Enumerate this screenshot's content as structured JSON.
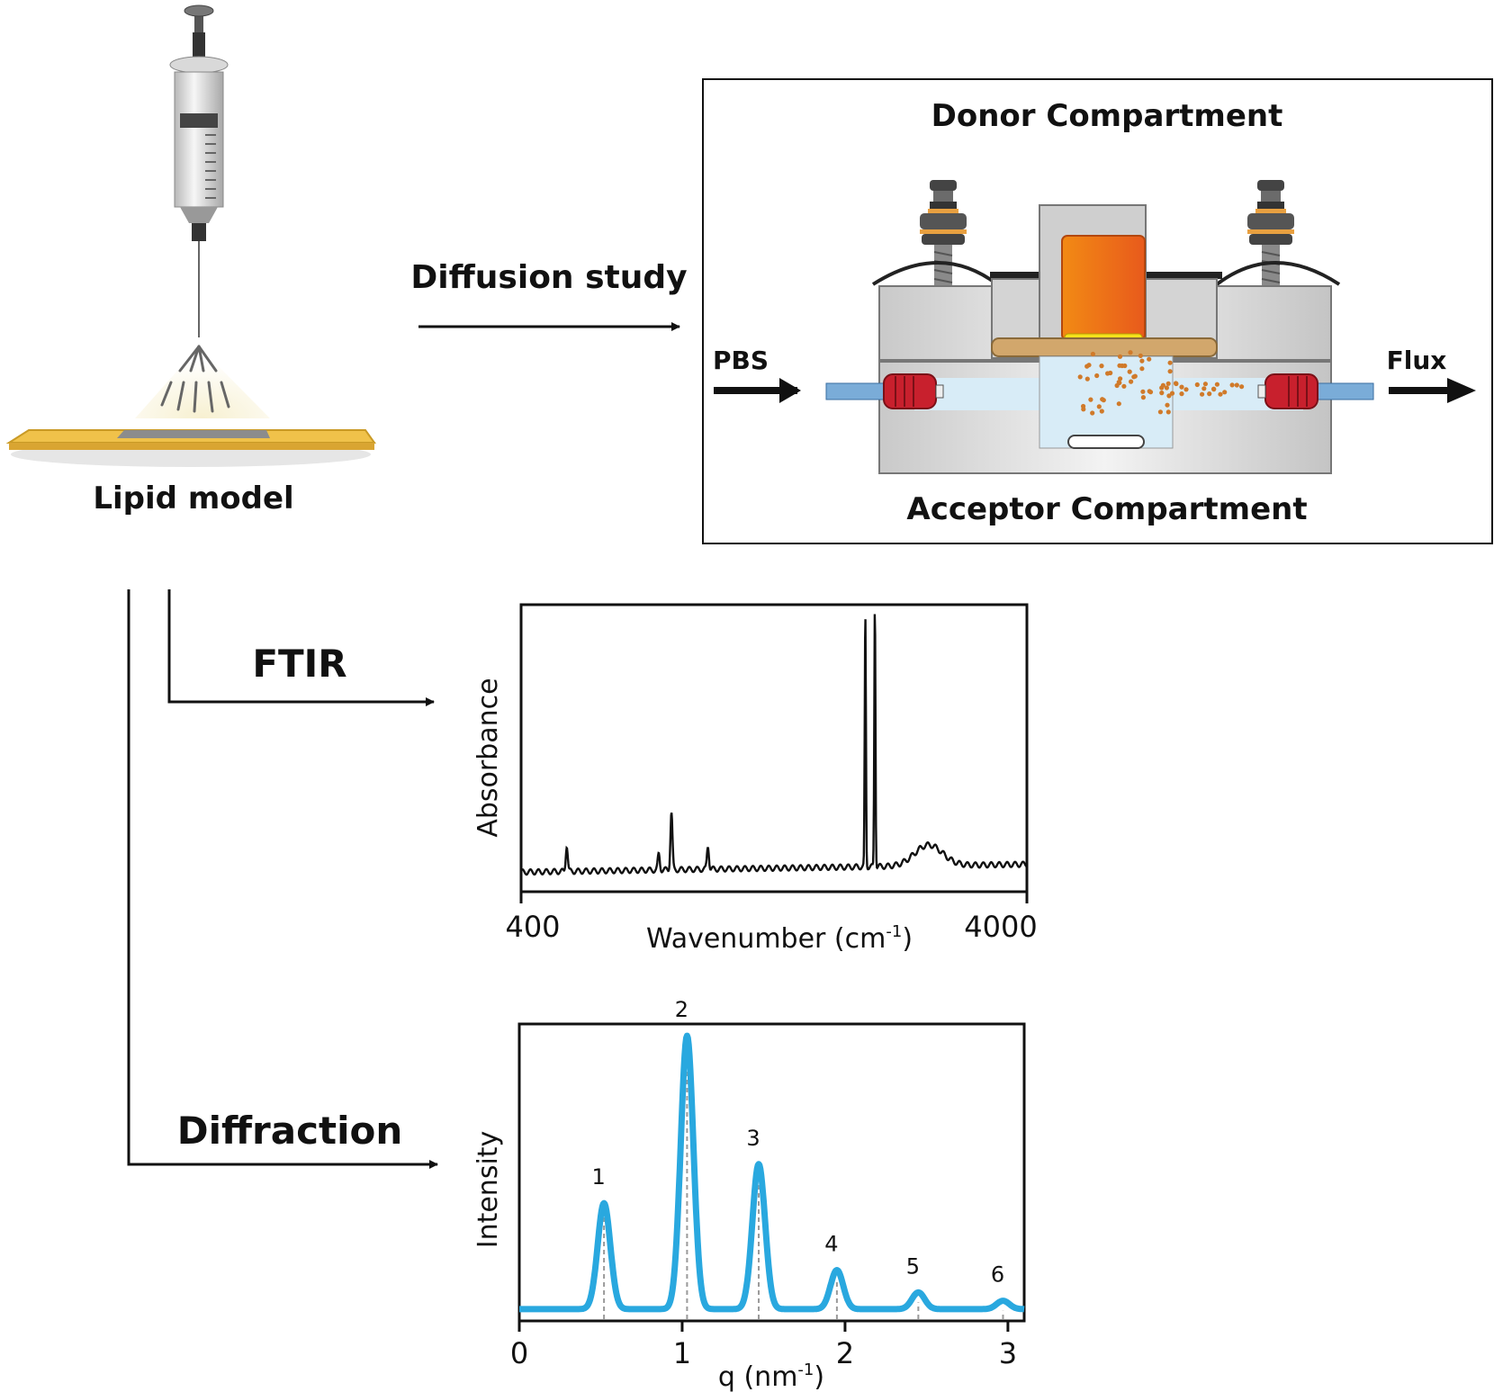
{
  "labels": {
    "lipid_model": "Lipid model",
    "diffusion_study": "Diffusion study",
    "ftir": "FTIR",
    "diffraction": "Diffraction"
  },
  "diffusion_cell": {
    "donor": "Donor Compartment",
    "acceptor": "Acceptor Compartment",
    "inlet": "PBS",
    "outlet": "Flux"
  },
  "colors": {
    "donor_fill": "#ee7a18",
    "membrane": "#d2a76c",
    "acceptor_fluid": "#d8ecf7",
    "tubing": "#7aacd8",
    "connector": "#c8202d",
    "particles": "#d07a2a",
    "diffraction_line": "#29a8df",
    "substrate": "#f0c24a"
  },
  "chart_data": [
    {
      "type": "line",
      "xlabel": "Wavenumber (cm",
      "xlabel_sup": "-1",
      "xlabel_close": ")",
      "ylabel": "Absorbance",
      "xlim": [
        400,
        4000
      ],
      "x_ticks": [
        "400",
        "4000"
      ],
      "grid": false,
      "peaks": [
        {
          "x": 725,
          "y": 0.1
        },
        {
          "x": 1380,
          "y": 0.06
        },
        {
          "x": 1470,
          "y": 0.22
        },
        {
          "x": 1730,
          "y": 0.09
        },
        {
          "x": 2850,
          "y": 0.97
        },
        {
          "x": 2918,
          "y": 1.0
        },
        {
          "x": 3300,
          "y": 0.08
        }
      ]
    },
    {
      "type": "line",
      "xlabel": "q (nm",
      "xlabel_sup": "-1",
      "xlabel_close": ")",
      "ylabel": "Intensity",
      "xlim": [
        0,
        3.1
      ],
      "ylim": [
        0,
        1
      ],
      "x_ticks": [
        "0",
        "1",
        "2",
        "3"
      ],
      "grid": false,
      "peaks": [
        {
          "label": "1",
          "q": 0.52,
          "intensity": 0.38
        },
        {
          "label": "2",
          "q": 1.03,
          "intensity": 0.98
        },
        {
          "label": "3",
          "q": 1.47,
          "intensity": 0.52
        },
        {
          "label": "4",
          "q": 1.95,
          "intensity": 0.14
        },
        {
          "label": "5",
          "q": 2.45,
          "intensity": 0.06
        },
        {
          "label": "6",
          "q": 2.97,
          "intensity": 0.03
        }
      ]
    }
  ]
}
